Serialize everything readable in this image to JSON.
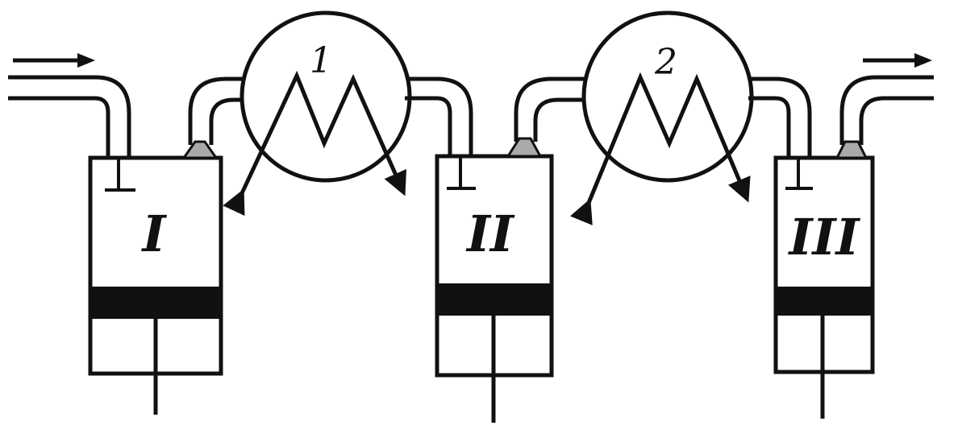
{
  "diagram": {
    "stroke_color": "#111111",
    "background": "#ffffff",
    "cylinders": [
      {
        "id": "cyl-1",
        "label": "I"
      },
      {
        "id": "cyl-2",
        "label": "II"
      },
      {
        "id": "cyl-3",
        "label": "III"
      }
    ],
    "heat_exchangers": [
      {
        "id": "hx-1",
        "label": "1"
      },
      {
        "id": "hx-2",
        "label": "2"
      }
    ]
  }
}
